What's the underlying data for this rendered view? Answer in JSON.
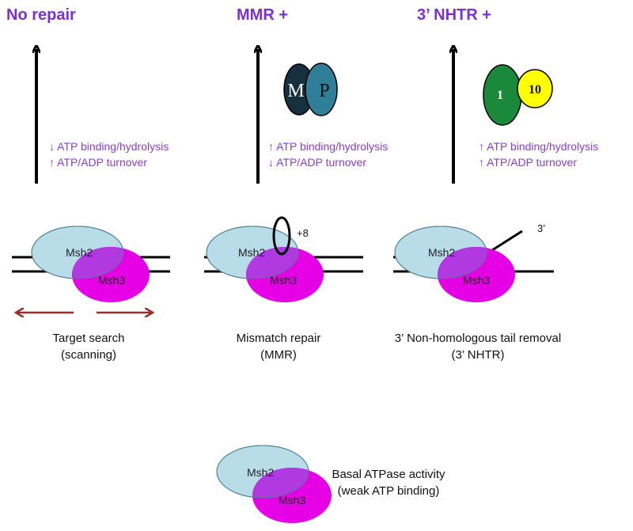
{
  "headers": {
    "no_repair": "No repair",
    "mmr": "MMR +",
    "nhtr": "3’ NHTR +"
  },
  "panels": {
    "scanning": {
      "atp_line1": "↓ ATP binding/hydrolysis",
      "atp_line2": "↑ ATP/ADP turnover",
      "caption_line1": "Target search",
      "caption_line2": "(scanning)"
    },
    "mmr": {
      "atp_line1": "↑ ATP binding/hydrolysis",
      "atp_line2": "↓ ATP/ADP turnover",
      "loop_label": "+8",
      "caption_line1": "Mismatch repair",
      "caption_line2": "(MMR)"
    },
    "nhtr": {
      "atp_line1": "↑ ATP binding/hydrolysis",
      "atp_line2": "↑ ATP/ADP turnover",
      "tail_label": "3’",
      "caption_line1": "3’ Non-homologous  tail removal",
      "caption_line2": "(3’ NHTR)"
    }
  },
  "factors": {
    "mp": {
      "m": "M",
      "p": "P"
    },
    "rad": {
      "one": "1",
      "ten": "10"
    }
  },
  "proteins": {
    "msh2": "Msh2",
    "msh3": "Msh3"
  },
  "basal": {
    "line1": "Basal ATPase activity",
    "line2": "(weak ATP binding)"
  },
  "colors": {
    "header": "#7b2fd6",
    "atp_text": "#8a3cd8",
    "msh2": "#b8dde8",
    "msh3": "#e600e6",
    "overlap": "#b03ae0",
    "scan_arrows": "#9b2d2d",
    "mlh_m": "#17303f",
    "mlh_p": "#2f7f98",
    "rad1": "#1a8a3a",
    "rad10": "#ffff00"
  }
}
